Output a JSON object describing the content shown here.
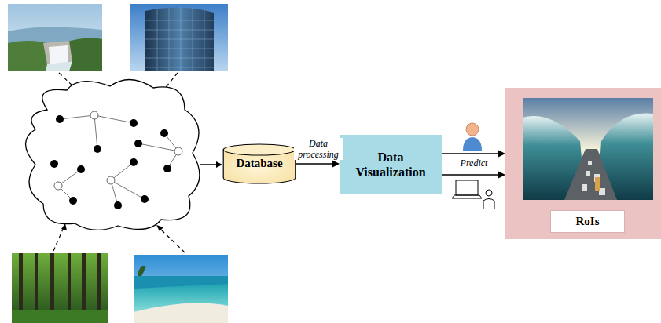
{
  "diagram": {
    "nodes": [
      {
        "text": [
          "Database"
        ]
      },
      {
        "text": [
          "Data Visualization"
        ]
      },
      {
        "text": [
          "RoIs"
        ]
      }
    ],
    "edges": [
      {
        "from": 0,
        "to": 1,
        "arrow": "to",
        "label": "Data processing"
      },
      {
        "from": 1,
        "to": 2,
        "arrow": "to",
        "label": "Predict"
      },
      {
        "from": 1,
        "to": 2,
        "arrow": "to"
      }
    ]
  }
}
